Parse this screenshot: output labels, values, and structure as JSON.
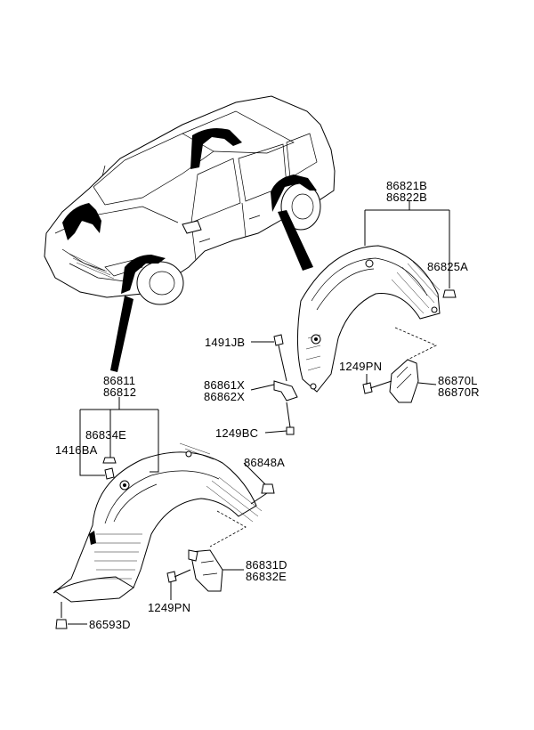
{
  "callouts": {
    "rear_liner": [
      "86821B",
      "86822B"
    ],
    "rear_clip": "86825A",
    "rear_bolt_top": "1491JB",
    "rear_bracket": [
      "86861X",
      "86862X"
    ],
    "rear_bracket_screw": "1249BC",
    "rear_mudguard_screw": "1249PN",
    "rear_mudguard": [
      "86870L",
      "86870R"
    ],
    "front_liner": [
      "86811",
      "86812"
    ],
    "front_clip_upper": "86834E",
    "front_clip_lower": "1416BA",
    "front_clip_side": "86848A",
    "front_mudguard": [
      "86831D",
      "86832E"
    ],
    "front_mudguard_screw": "1249PN",
    "front_screw_bottom": "86593D"
  }
}
